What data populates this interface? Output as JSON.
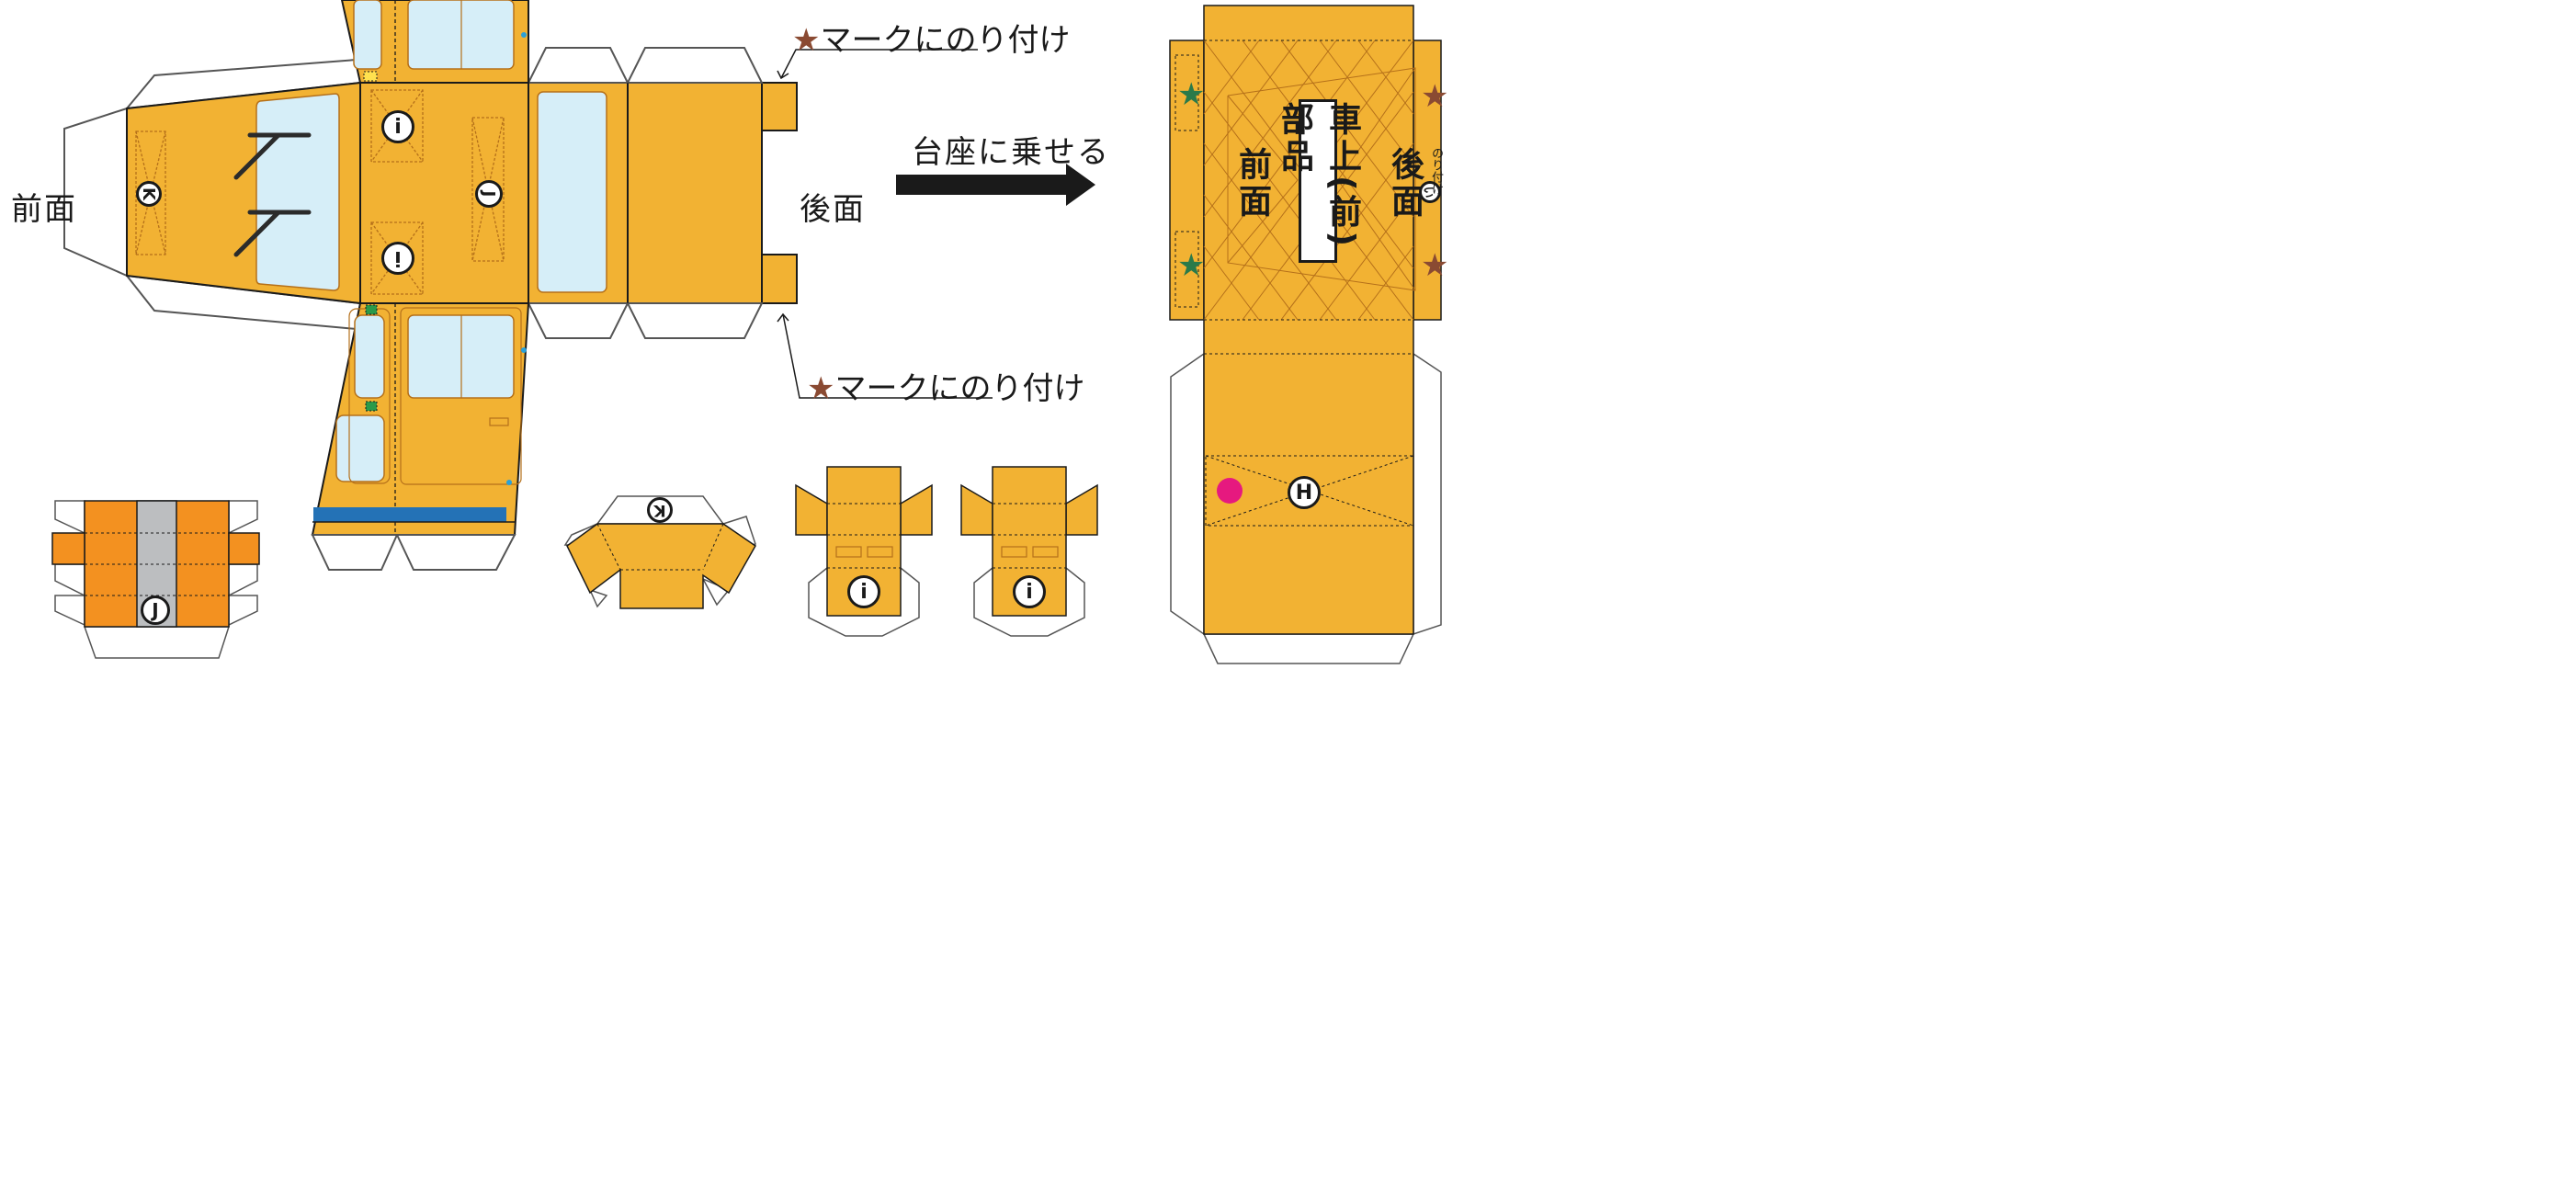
{
  "labels": {
    "front": "前面",
    "rear": "後面",
    "star_glue_top": "マークにのり付け",
    "star_glue_bottom": "マークにのり付け",
    "star_symbol": "★",
    "place_on_base": "台座に乗せる"
  },
  "markers": {
    "k_main": "K",
    "i_top": "i",
    "i_bottom": "i",
    "j_main": "J",
    "j_roof": "J",
    "k_hood": "K",
    "i_part1": "i",
    "i_part2": "i",
    "h_base": "H",
    "i_base": "い"
  },
  "base": {
    "part_label": "車上(前)部品",
    "front": "前面",
    "rear": "後面",
    "glue_note": "のり付け"
  },
  "colors": {
    "body": "#f2b233",
    "roof_orange": "#f39120",
    "roof_gray": "#bcbec0",
    "window": "#d6eef8",
    "stripe": "#2472b6",
    "arrow": "#1a1a1a",
    "star_brown": "#8a4a32",
    "star_green": "#2a7a4a",
    "magenta": "#e6197f"
  }
}
